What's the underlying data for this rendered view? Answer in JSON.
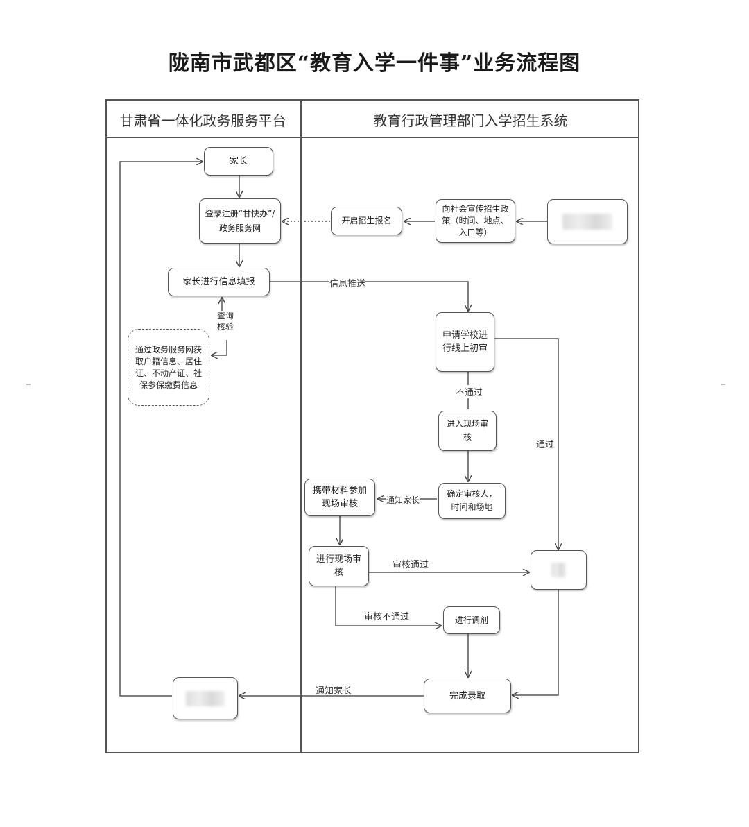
{
  "title": "陇南市武都区“教育入学一件事”业务流程图",
  "lanes": {
    "left": "甘肃省一体化政务服务平台",
    "right": "教育行政管理部门入学招生系统"
  },
  "nodes": {
    "parent": "家长",
    "login": "登录注册“甘快办”/政务服务网",
    "fill_info": "家长进行信息填报",
    "gov_data": "通过政务服务网获取户籍信息、居住证、不动产证、社保参保缴费信息",
    "open_signup": "开启招生报名",
    "publicize": "向社会宣传招生政策（时间、地点、入口等）",
    "apply_online": "申请学校进行线上初审",
    "onsite_review": "进入现场审核",
    "set_reviewer": "确定审核人，时间和场地",
    "bring_materials": "携带材料参加现场审核",
    "do_onsite": "进行现场审核",
    "adjust": "进行调剂",
    "complete": "完成录取"
  },
  "labels": {
    "info_push": "信息推送",
    "query_verify": "查询核验",
    "not_pass": "不通过",
    "pass": "通过",
    "notify_parent_1": "通知家长",
    "review_pass": "审核通过",
    "review_fail": "审核不通过",
    "notify_parent_2": "通知家长"
  },
  "colors": {
    "line": "#555555",
    "text": "#222222",
    "background": "#ffffff"
  }
}
